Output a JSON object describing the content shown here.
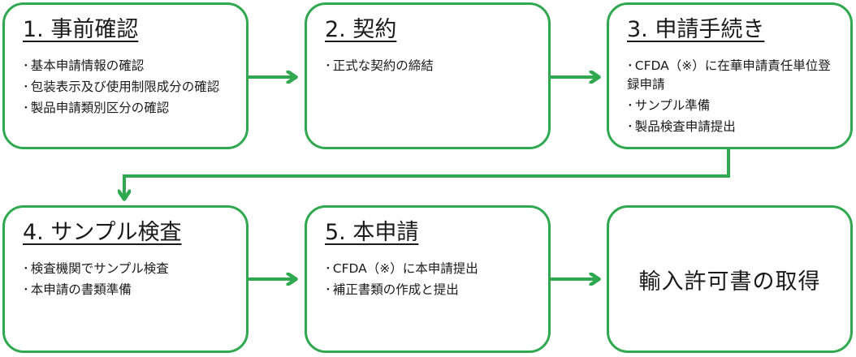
{
  "accent_color": "#2fa84f",
  "steps": [
    {
      "title": "1. 事前確認",
      "items": [
        "基本申請情報の確認",
        "包装表示及び使用制限成分の確認",
        "製品申請類別区分の確認"
      ]
    },
    {
      "title": "2. 契約",
      "items": [
        "正式な契約の締結"
      ]
    },
    {
      "title": "3. 申請手続き",
      "items": [
        "CFDA（※）に在華申請責任単位登録申請",
        "サンプル準備",
        "製品検査申請提出"
      ]
    },
    {
      "title": "4. サンプル検査",
      "items": [
        "検査機関でサンプル検査",
        "本申請の書類準備"
      ]
    },
    {
      "title": "5. 本申請",
      "items": [
        "CFDA（※）に本申請提出",
        "補正書類の作成と提出"
      ]
    }
  ],
  "final": {
    "text": "輸入許可書の取得"
  },
  "bullet": "･"
}
